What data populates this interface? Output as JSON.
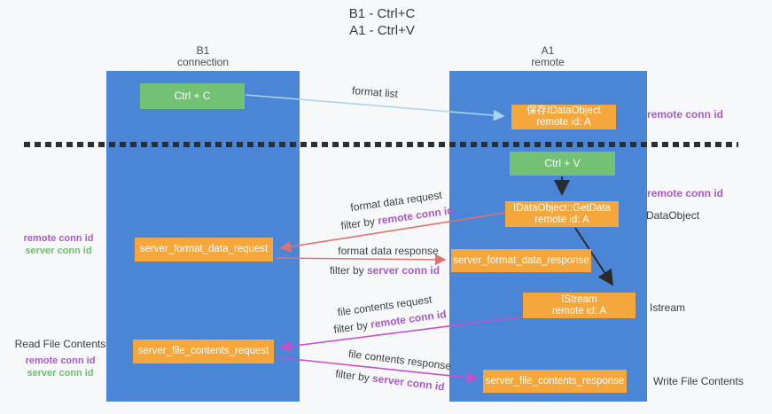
{
  "title": {
    "line1": "B1 - Ctrl+C",
    "line2": "A1 - Ctrl+V"
  },
  "lanes": {
    "left": {
      "name": "B1",
      "subtitle": "connection"
    },
    "right": {
      "name": "A1",
      "subtitle": "remote"
    }
  },
  "nodes": {
    "ctrl_c": {
      "label": "Ctrl + C"
    },
    "ctrl_v": {
      "label": "Ctrl + V"
    },
    "store_idataobject": {
      "line1": "保存IDataObject",
      "line2": "remote id: A"
    },
    "getdata": {
      "line1": "IDataObject::GetData",
      "line2": "remote id: A"
    },
    "istream": {
      "line1": "IStream",
      "line2": "remote id: A"
    },
    "server_format_data_request": {
      "label": "server_format_data_request"
    },
    "server_format_data_response": {
      "label": "server_format_data_response"
    },
    "server_file_contents_request": {
      "label": "server_file_contents_request"
    },
    "server_file_contents_response": {
      "label": "server_file_contents_response"
    }
  },
  "arrow_labels": {
    "format_list": "format list",
    "format_data_request": "format data request",
    "format_data_response": "format data response",
    "file_contents_request": "file contents request",
    "file_contents_response": "file contents response",
    "filter_prefix": "filter by",
    "remote_conn_id": "remote conn id",
    "server_conn_id": "server conn id"
  },
  "side_labels": {
    "remote_conn_id": "remote conn id",
    "server_conn_id": "server conn id",
    "dataobject": "DataObject",
    "istream": "Istream",
    "read_file_contents": "Read File Contents",
    "write_file_contents": "Write File Contents"
  },
  "colors": {
    "background": "#f7f8fa",
    "lane_blue": "#4a85d6",
    "node_orange": "#f5a73c",
    "node_green": "#73c174",
    "arrow_light_blue": "#aad4ef",
    "arrow_red": "#e0716d",
    "arrow_magenta": "#c750ca",
    "arrow_black": "#2b2b2b",
    "text_purple": "#a85bc8",
    "text_green": "#6cbf6c"
  }
}
